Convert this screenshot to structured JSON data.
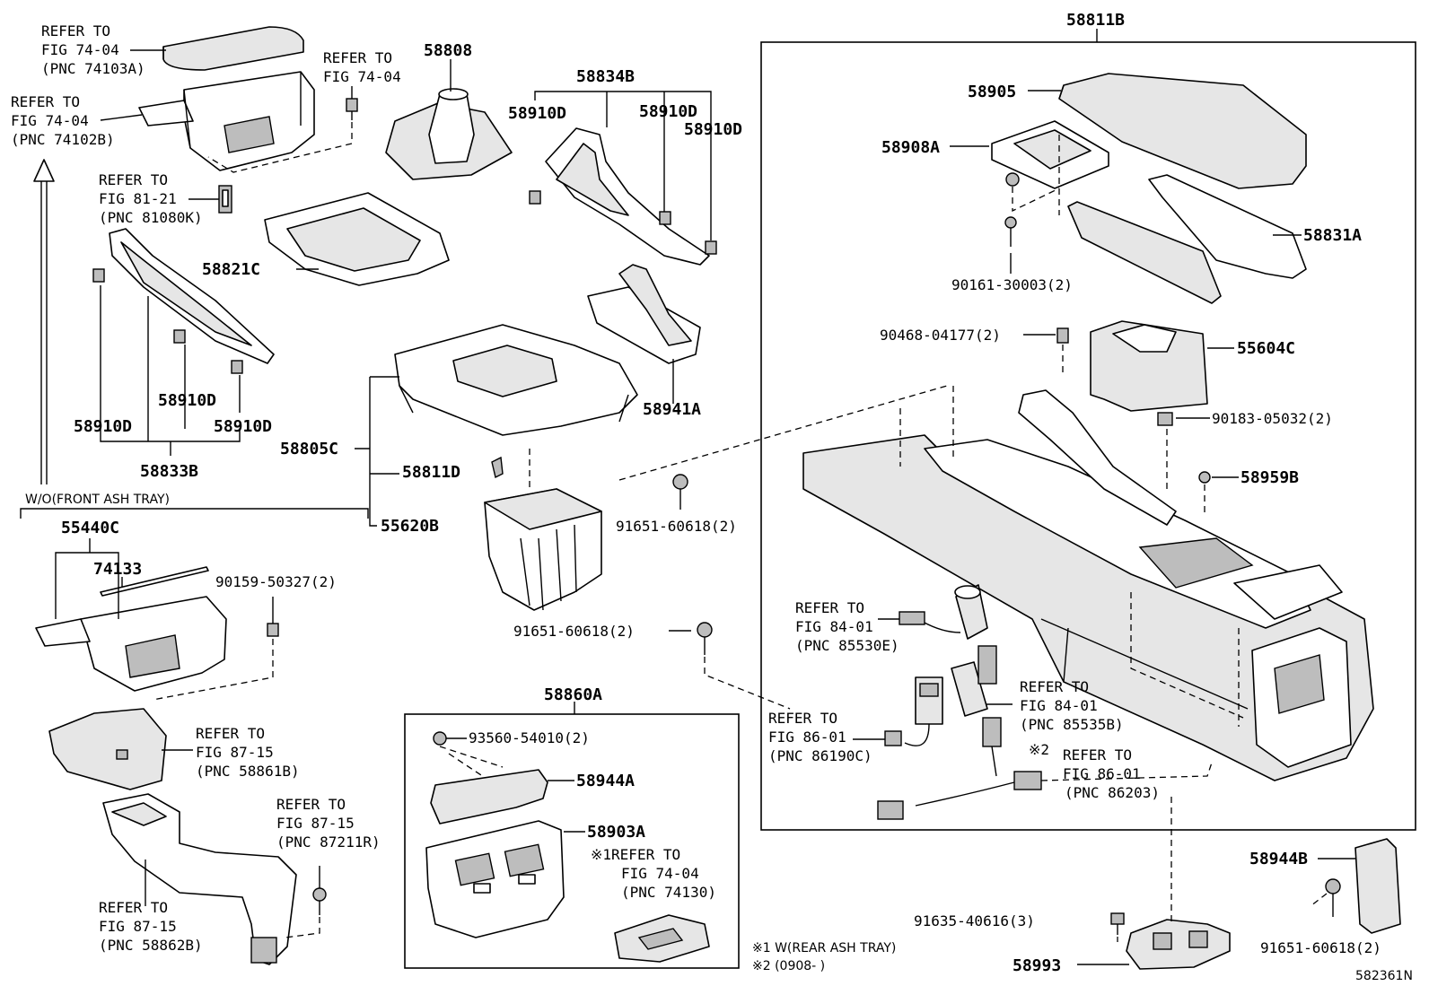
{
  "labels": {
    "p_58811B": "58811B",
    "p_58808": "58808",
    "p_58834B": "58834B",
    "p_58910D": "58910D",
    "p_58821C": "58821C",
    "p_58833B": "58833B",
    "p_58805C": "58805C",
    "p_58811D": "58811D",
    "p_55620B": "55620B",
    "p_58941A": "58941A",
    "p_55440C": "55440C",
    "p_74133": "74133",
    "p_90159_50327": "90159-50327(2)",
    "p_91651_60618": "91651-60618(2)",
    "p_58860A": "58860A",
    "p_93560_54010": "93560-54010(2)",
    "p_58944A": "58944A",
    "p_58903A": "58903A",
    "p_58905": "58905",
    "p_58908A": "58908A",
    "p_58831A": "58831A",
    "p_90161_30003": "90161-30003(2)",
    "p_90468_04177": "90468-04177(2)",
    "p_55604C": "55604C",
    "p_90183_05032": "90183-05032(2)",
    "p_58959B": "58959B",
    "p_58944B": "58944B",
    "p_91635_40616": "91635-40616(3)",
    "p_58993": "58993",
    "fig_code": "582361N"
  },
  "refs": {
    "refer_to": "REFER TO",
    "ref1_fig": "FIG 74-04",
    "ref1_pnc": "(PNC 74103A)",
    "ref2_fig": "FIG 74-04",
    "ref2_pnc": "(PNC 74102B)",
    "ref3_fig": "FIG 74-04",
    "ref4_fig": "FIG 81-21",
    "ref4_pnc": "(PNC 81080K)",
    "ref5_fig": "FIG 87-15",
    "ref5_pnc": "(PNC 58861B)",
    "ref6_fig": "FIG 87-15",
    "ref6_pnc": "(PNC 87211R)",
    "ref7_fig": "FIG 87-15",
    "ref7_pnc": "(PNC 58862B)",
    "ref8_prefix": "※1REFER TO",
    "ref8_fig": "FIG 74-04",
    "ref8_pnc": "(PNC 74130)",
    "ref9_fig": "FIG 84-01",
    "ref9_pnc": "(PNC 85530E)",
    "ref10_fig": "FIG 84-01",
    "ref10_pnc": "(PNC 85535B)",
    "ref11_fig": "FIG 86-01",
    "ref11_pnc": "(PNC 86190C)",
    "ref12_prefix": "※2",
    "ref12_fig": "FIG 86-01",
    "ref12_pnc": "(PNC 86203)"
  },
  "notes": {
    "wo_front_ash_tray": "W/O(FRONT ASH TRAY)",
    "note1": "※1 W(REAR ASH TRAY)",
    "note2": "※2 (0908-     )"
  },
  "icons": [
    "up-arrow-icon"
  ]
}
